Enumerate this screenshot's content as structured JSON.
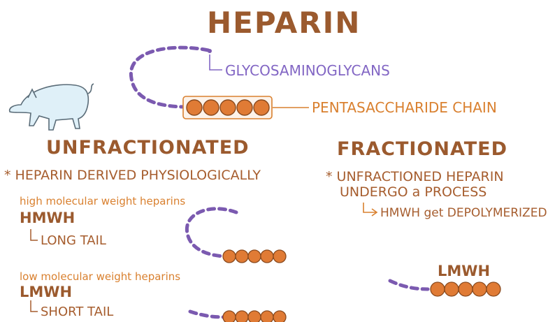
{
  "title": "HEPARIN",
  "top": {
    "gag_label": "GLYCOSAMINOGLYCANS",
    "penta_label": "PENTASACCHARIDE CHAIN"
  },
  "left": {
    "heading": "UNFRACTIONATED",
    "bullet": "HEPARIN DERIVED PHYSIOLOGICALLY",
    "hmwh_desc": "high molecular weight heparins",
    "hmwh_abbr": "HMWH",
    "hmwh_tail": "LONG TAIL",
    "lmwh_desc": "low molecular weight heparins",
    "lmwh_abbr": "LMWH",
    "lmwh_tail": "SHORT TAIL"
  },
  "right": {
    "heading": "FRACTIONATED",
    "bullet_line1": "UNFRACTIONED HEPARIN",
    "bullet_line2": "UNDERGO a PROCESS",
    "arrow_text": "HMWH get DEPOLYMERIZED",
    "lmwh_abbr": "LMWH"
  },
  "bullet_symbol": "*",
  "colors": {
    "title": "#9b5a2e",
    "orange": "#d9802f",
    "bead": "#e07b35",
    "bead_stroke": "#8a4a1e",
    "tail": "#7b5ab0"
  },
  "icons": [
    "pig-icon"
  ]
}
